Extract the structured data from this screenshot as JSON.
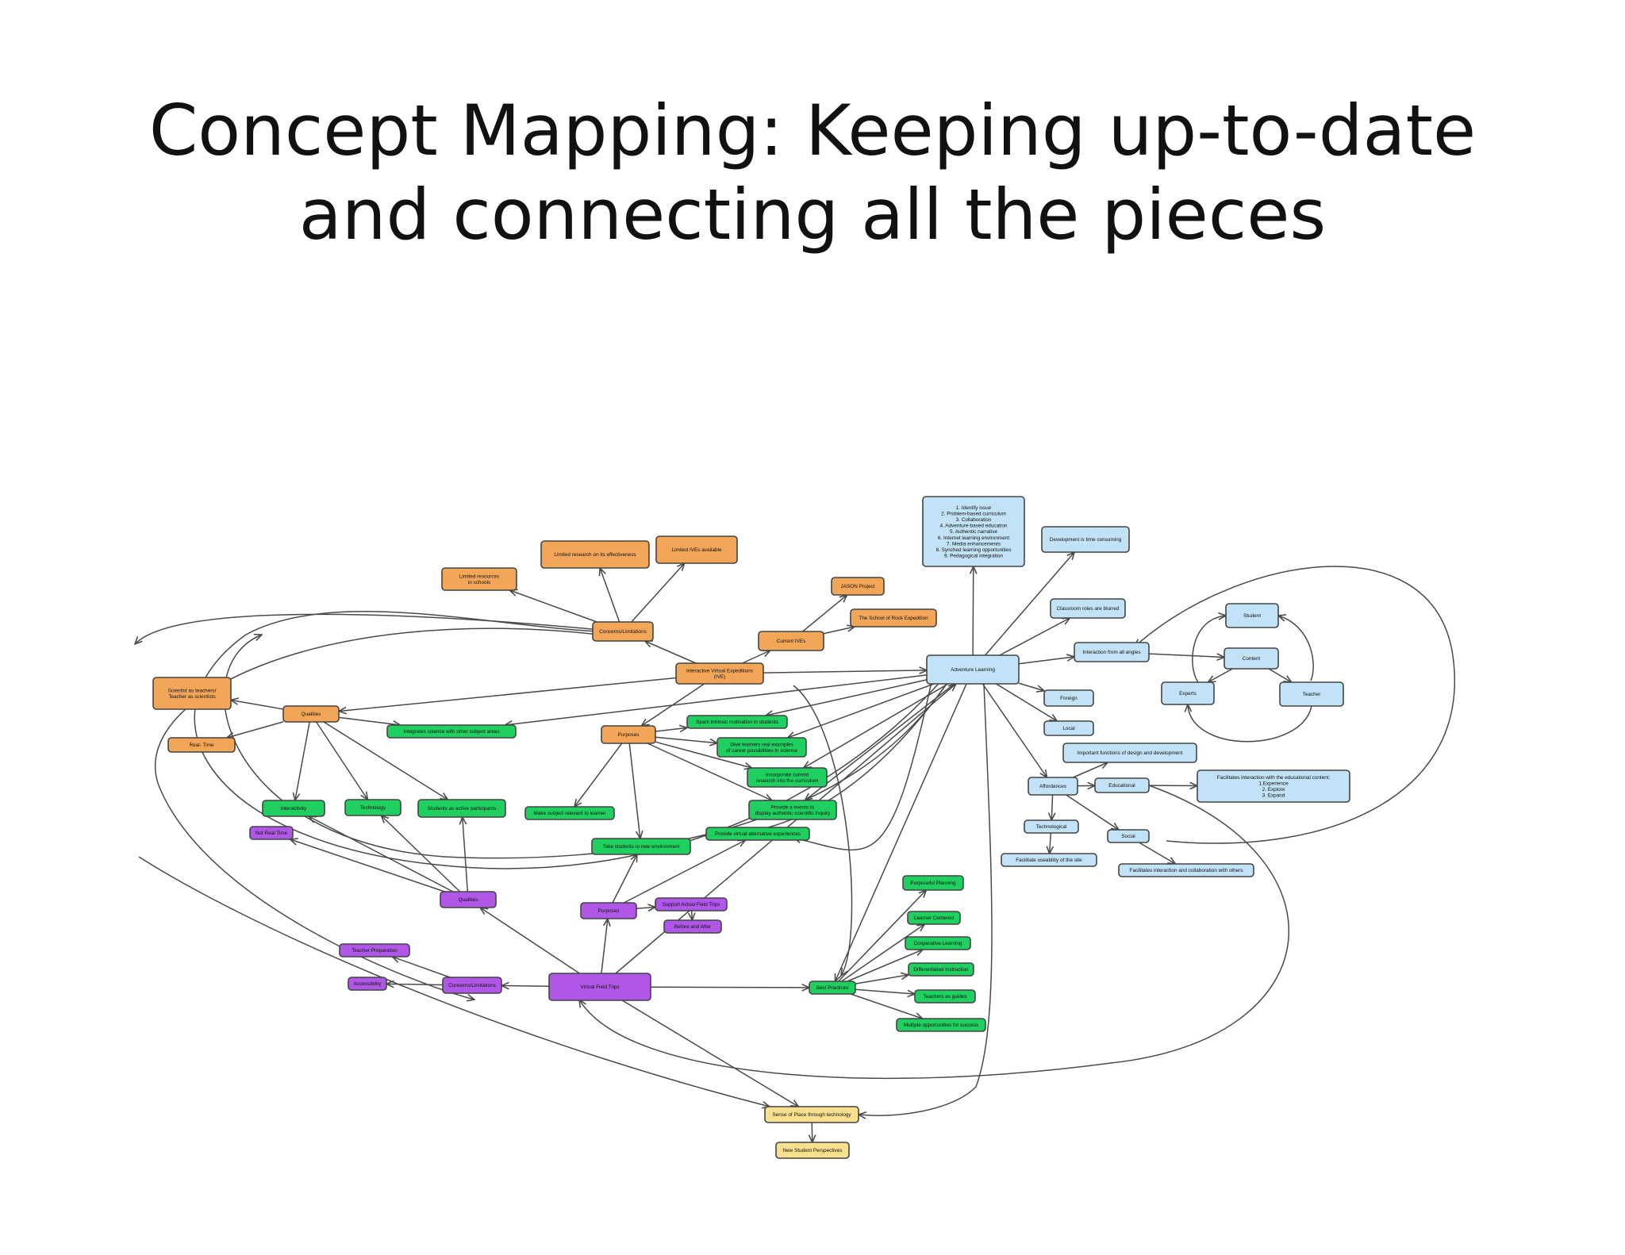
{
  "slide": {
    "title_line1": "Concept Mapping:  Keeping up-to-date",
    "title_line2": "and connecting all the pieces"
  },
  "colors": {
    "orange": "#f2a65a",
    "blue": "#c2e2f7",
    "green": "#1fcf5f",
    "purple": "#b057e8",
    "yellow": "#f9e08e",
    "edge": "#4a4a4a"
  },
  "concept_map": {
    "nodes": [
      {
        "id": "al",
        "label": "Adventure Learning",
        "color": "blue"
      },
      {
        "id": "steps",
        "label": "1. Identify issue\n2. Problem-based curriculum\n3. Collaboration\n4. Adventure-based education\n5. Authentic narrative\n6. Internet learning environment\n7. Media enhancements\n8. Synched learning opportunities\n9. Pedagogical integration",
        "color": "blue"
      },
      {
        "id": "dev",
        "label": "Development is time consuming",
        "color": "blue"
      },
      {
        "id": "roles",
        "label": "Classroom roles are blurred",
        "color": "blue"
      },
      {
        "id": "inter",
        "label": "Interaction from all angles",
        "color": "blue"
      },
      {
        "id": "student",
        "label": "Student",
        "color": "blue"
      },
      {
        "id": "content",
        "label": "Content",
        "color": "blue"
      },
      {
        "id": "experts",
        "label": "Experts",
        "color": "blue"
      },
      {
        "id": "teacher",
        "label": "Teacher",
        "color": "blue"
      },
      {
        "id": "foreign",
        "label": "Foreign",
        "color": "blue"
      },
      {
        "id": "local",
        "label": "Local",
        "color": "blue"
      },
      {
        "id": "important",
        "label": "Important functions of design and development",
        "color": "blue"
      },
      {
        "id": "afford",
        "label": "Affordances",
        "color": "blue"
      },
      {
        "id": "educ",
        "label": "Educational",
        "color": "blue"
      },
      {
        "id": "facil_content",
        "label": "Facilitates interaction with the educational content:\n1.Experience\n2. Explore\n3. Expand",
        "color": "blue"
      },
      {
        "id": "techno",
        "label": "Technological",
        "color": "blue"
      },
      {
        "id": "facil_use",
        "label": "Facilitate useability of the site",
        "color": "blue"
      },
      {
        "id": "social",
        "label": "Social",
        "color": "blue"
      },
      {
        "id": "facil_collab",
        "label": "Facilitates interaction and collaboration  with others",
        "color": "blue"
      },
      {
        "id": "ive",
        "label": "Interactive Virtual Expeditions\n(IVE)",
        "color": "orange"
      },
      {
        "id": "cl_top",
        "label": "Concerns/Limitations",
        "color": "orange"
      },
      {
        "id": "lim_res",
        "label": "Limited resources\nin schools",
        "color": "orange"
      },
      {
        "id": "lim_research",
        "label": "Limited research on its effectiveness",
        "color": "orange"
      },
      {
        "id": "lim_ives",
        "label": "Limited IVEs available",
        "color": "orange"
      },
      {
        "id": "cur_ives",
        "label": "Current IVEs",
        "color": "orange"
      },
      {
        "id": "jason",
        "label": "JASON Project",
        "color": "orange"
      },
      {
        "id": "rock",
        "label": "The School of Rock Expedition",
        "color": "orange"
      },
      {
        "id": "sci",
        "label": "Scientist as teachers/\nTeacher as scientists",
        "color": "orange"
      },
      {
        "id": "qual_top",
        "label": "Qualities",
        "color": "orange"
      },
      {
        "id": "realtime",
        "label": "Real- Time",
        "color": "orange"
      },
      {
        "id": "purp_top",
        "label": "Purposes",
        "color": "orange"
      },
      {
        "id": "integrates",
        "label": "Integrates science with other subject areas",
        "color": "green"
      },
      {
        "id": "spark",
        "label": "Spark intrinsic motivation in students",
        "color": "green"
      },
      {
        "id": "give",
        "label": "Give learners real examples\nof career possibilities in science",
        "color": "green"
      },
      {
        "id": "incorp",
        "label": "Incorporate current\nresearch into the curriculum",
        "color": "green"
      },
      {
        "id": "provide_events",
        "label": "Provide a events to\ndisplay authentic scientific inquiry",
        "color": "green"
      },
      {
        "id": "provide_virtual",
        "label": "Provide virtual alternative experiences",
        "color": "green"
      },
      {
        "id": "interact",
        "label": "Interactivity",
        "color": "green"
      },
      {
        "id": "tech",
        "label": "Technology",
        "color": "green"
      },
      {
        "id": "students_active",
        "label": "Students as active participants",
        "color": "green"
      },
      {
        "id": "make_rel",
        "label": "Make subject relevant to learner",
        "color": "green"
      },
      {
        "id": "take",
        "label": "Take students to new environment",
        "color": "green"
      },
      {
        "id": "bp",
        "label": "Best Practices",
        "color": "green"
      },
      {
        "id": "pp",
        "label": "Purposeful Planning",
        "color": "green"
      },
      {
        "id": "lc",
        "label": "Learner Centered",
        "color": "green"
      },
      {
        "id": "coop",
        "label": "Cooperative Learning",
        "color": "green"
      },
      {
        "id": "diff",
        "label": "Differentiated Instruction",
        "color": "green"
      },
      {
        "id": "guides",
        "label": "Teachers as guides",
        "color": "green"
      },
      {
        "id": "multi",
        "label": "Multiple opportunities for success",
        "color": "green"
      },
      {
        "id": "vft",
        "label": "Virtual Field Trips",
        "color": "purple"
      },
      {
        "id": "qual_bot",
        "label": "Qualities",
        "color": "purple"
      },
      {
        "id": "nrt",
        "label": "Not Real Time",
        "color": "purple"
      },
      {
        "id": "purp_bot",
        "label": "Purposes",
        "color": "purple"
      },
      {
        "id": "support",
        "label": "Support Actual Field Trips",
        "color": "purple"
      },
      {
        "id": "before",
        "label": "Before and After",
        "color": "purple"
      },
      {
        "id": "cl_bot",
        "label": "Concerns/Limitations",
        "color": "purple"
      },
      {
        "id": "tprep",
        "label": "Teacher Preparation",
        "color": "purple"
      },
      {
        "id": "access",
        "label": "Accessibility",
        "color": "purple"
      },
      {
        "id": "sense",
        "label": "Sense of Place through technology",
        "color": "yellow"
      },
      {
        "id": "nsp",
        "label": "New Student Perspectives",
        "color": "yellow"
      }
    ]
  }
}
